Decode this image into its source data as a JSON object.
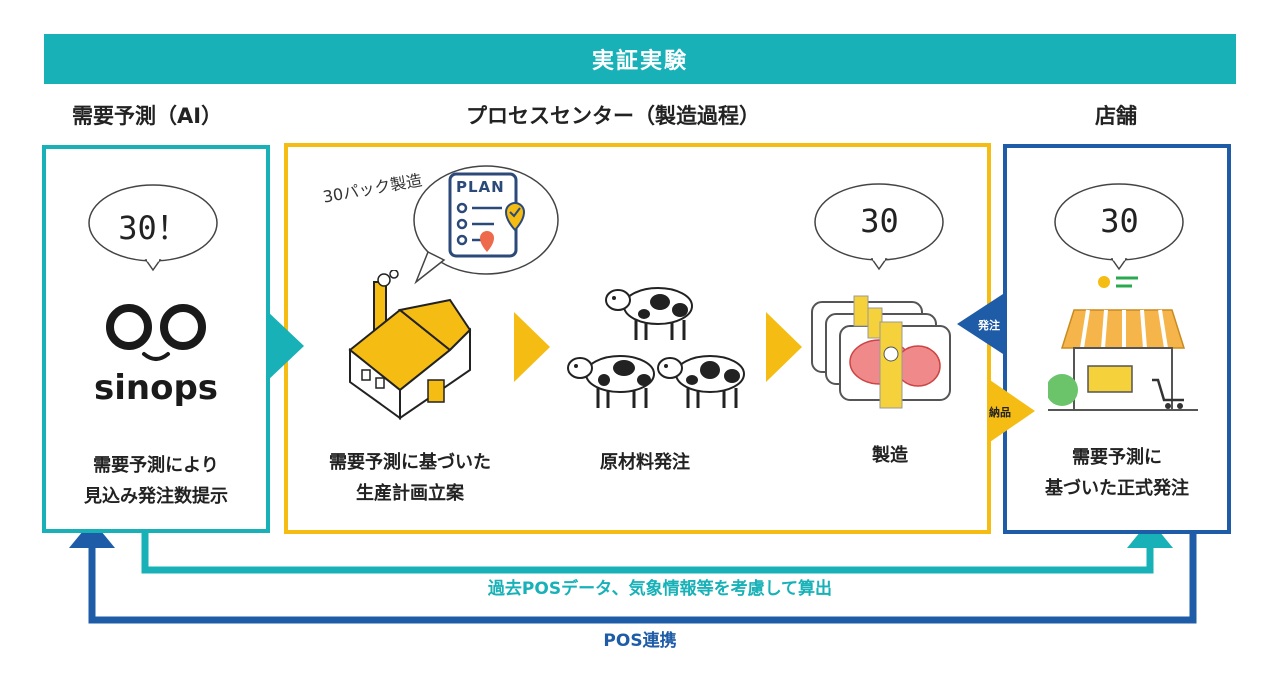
{
  "header": {
    "banner_title": "実証実験"
  },
  "sections": {
    "ai_title": "需要予測（AI）",
    "process_title": "プロセスセンター（製造過程）",
    "store_title": "店舗"
  },
  "ai": {
    "bubble": "30！",
    "logo_text": "sinops",
    "caption_line1": "需要予測により",
    "caption_line2": "見込み発注数提示"
  },
  "process": {
    "plan_label": "PLAN",
    "pack_note": "30パック製造",
    "step1_line1": "需要予測に基づいた",
    "step1_line2": "生産計画立案",
    "step2": "原材料発注",
    "step3_bubble": "30",
    "step3": "製造"
  },
  "store": {
    "bubble": "30",
    "caption_line1": "需要予測に",
    "caption_line2": "基づいた正式発注",
    "order_label": "発注",
    "delivery_label": "納品"
  },
  "flows": {
    "pos_data_label": "過去POSデータ、気象情報等を考慮して算出",
    "pos_link_label": "POS連携"
  },
  "colors": {
    "teal": "#17b1b7",
    "yellow": "#f5bd13",
    "blue": "#1f5ca8"
  },
  "icons": [
    "sinops-logo-icon",
    "factory-icon",
    "plan-document-icon",
    "cow-icon",
    "meat-pack-icon",
    "store-icon"
  ]
}
